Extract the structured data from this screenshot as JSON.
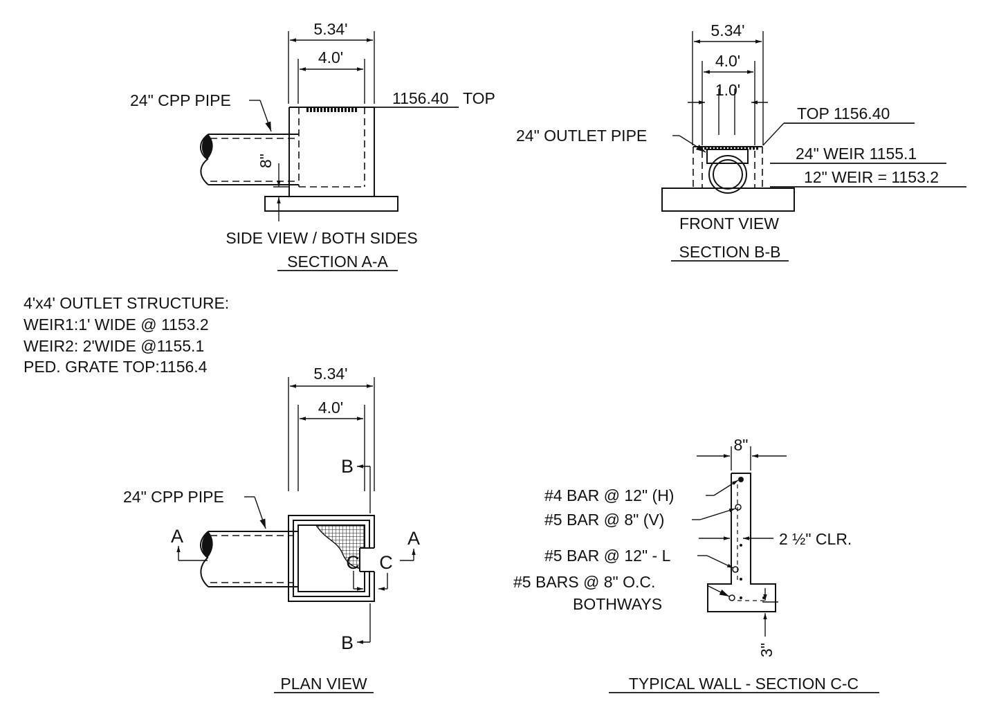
{
  "section_a": {
    "dim_overall": "5.34'",
    "dim_inner": "4.0'",
    "pipe_label": "24\" CPP PIPE",
    "top_elev": "1156.40",
    "top_suffix": "TOP",
    "dim_8in": "8\"",
    "caption_line1": "SIDE VIEW / BOTH SIDES",
    "caption_line2": "SECTION A-A"
  },
  "section_b": {
    "dim_overall": "5.34'",
    "dim_inner": "4.0'",
    "dim_weir": "1.0'",
    "top_label": "TOP 1156.40",
    "pipe_label": "24\" OUTLET PIPE",
    "weir24": "24\" WEIR 1155.1",
    "weir12": "12\" WEIR = 1153.2",
    "caption_line1": "FRONT VIEW",
    "caption_line2": "SECTION B-B"
  },
  "notes": [
    "4'x4' OUTLET STRUCTURE:",
    "WEIR1:1' WIDE @ 1153.2",
    "WEIR2: 2'WIDE @1155.1",
    "PED. GRATE TOP:1156.4"
  ],
  "plan": {
    "dim_overall": "5.34'",
    "dim_inner": "4.0'",
    "pipe_label": "24\" CPP PIPE",
    "mark_a": "A",
    "mark_b": "B",
    "mark_c": "C",
    "caption": "PLAN VIEW"
  },
  "wall": {
    "dim_8in": "8\"",
    "bar4": "#4 BAR @ 12\" (H)",
    "bar5v": "#5 BAR @ 8\" (V)",
    "clr": "2 ½\" CLR.",
    "bar5l": "#5 BAR @ 12\" - L",
    "bars5_line1": "#5 BARS @ 8\" O.C.",
    "bars5_line2": "BOTHWAYS",
    "dim_3in": "3\"",
    "caption": "TYPICAL WALL - SECTION C-C"
  }
}
